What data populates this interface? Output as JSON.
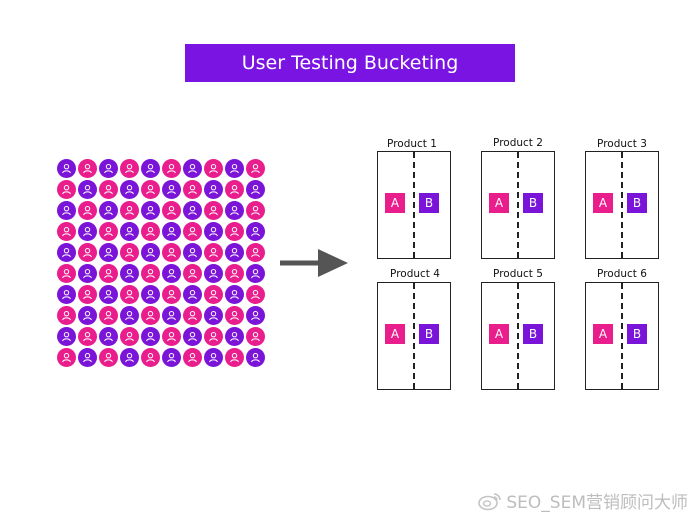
{
  "title": "User Testing Bucketing",
  "colors": {
    "banner": "#7a14e3",
    "user_a": "#e91e8c",
    "user_b": "#7a14d8",
    "variant_a": "#e91e8c",
    "variant_b": "#7a14d8",
    "arrow": "#555555",
    "outline": "#222222"
  },
  "user_grid": {
    "rows": 10,
    "cols": 10,
    "icon": "user-icon",
    "pattern": "alternating"
  },
  "flow_arrow": {
    "icon": "arrow-right-icon"
  },
  "products": [
    {
      "label": "Product 1",
      "variant_a": "A",
      "variant_b": "B"
    },
    {
      "label": "Product 2",
      "variant_a": "A",
      "variant_b": "B"
    },
    {
      "label": "Product 3",
      "variant_a": "A",
      "variant_b": "B"
    },
    {
      "label": "Product 4",
      "variant_a": "A",
      "variant_b": "B"
    },
    {
      "label": "Product 5",
      "variant_a": "A",
      "variant_b": "B"
    },
    {
      "label": "Product 6",
      "variant_a": "A",
      "variant_b": "B"
    }
  ],
  "watermark": {
    "text": "SEO_SEM营销顾问大师",
    "icon": "weibo-icon"
  }
}
